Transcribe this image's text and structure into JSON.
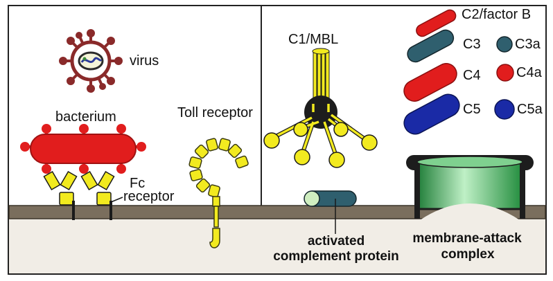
{
  "labels": {
    "virus": "virus",
    "bacterium": "bacterium",
    "fc_receptor_line1": "Fc",
    "fc_receptor_line2": "receptor",
    "toll_receptor": "Toll receptor",
    "c1_mbl": "C1/MBL",
    "activated_complement_line1": "activated",
    "activated_complement_line2": "complement protein",
    "membrane_attack_line1": "membrane-attack",
    "membrane_attack_line2": "complex"
  },
  "legend": {
    "c2_factor_b": "C2/factor B",
    "c3": "C3",
    "c3a": "C3a",
    "c4": "C4",
    "c4a": "C4a",
    "c5": "C5",
    "c5a": "C5a"
  },
  "colors": {
    "red": "#e11d1d",
    "teal": "#2f5f6e",
    "blue": "#1a2aa6",
    "yellow": "#f2ea1f",
    "membrane": "#7a6e5d",
    "cytoplasm": "#f1ede6",
    "virus_maroon": "#8a2a2a",
    "mac_green": "#3fbf56"
  }
}
